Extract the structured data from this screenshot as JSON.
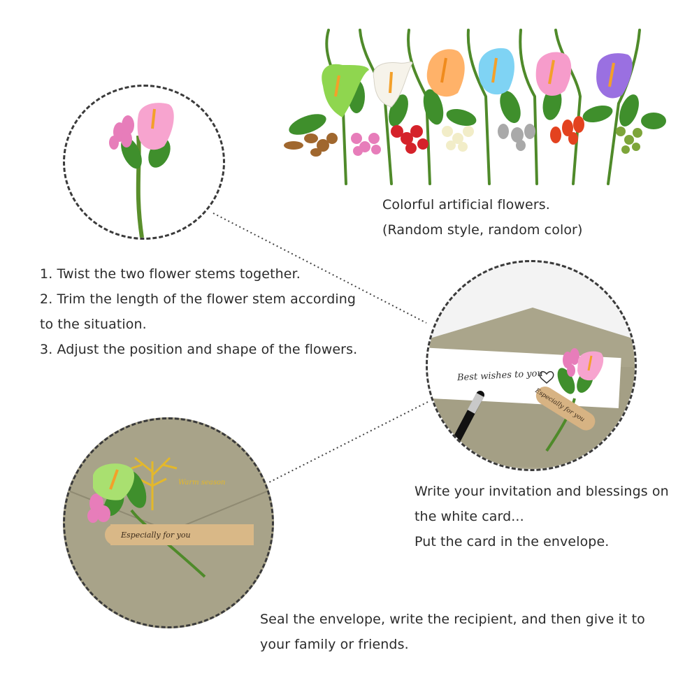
{
  "flowers_caption": {
    "line1": "Colorful artificial flowers.",
    "line2": "(Random style, random color)"
  },
  "steps": {
    "line1": "1. Twist the two flower stems together.",
    "line2": "2. Trim the length of the flower stem according",
    "line3": "to the situation.",
    "line4": "3. Adjust the position and shape of the flowers."
  },
  "card_caption": {
    "line1": "Write your invitation and blessings on",
    "line2": "the white card...",
    "line3": "Put the card in the envelope."
  },
  "envelope_caption": {
    "line1": "Seal the envelope, write the recipient, and then give it to",
    "line2": "your family or friends."
  },
  "card_text": "Best wishes to you",
  "tag_text": "Especially for you",
  "envelope_tag_text": "Especially for you",
  "gold_print_text": "Warm season",
  "colors": {
    "flower_green": "#7fd04a",
    "flower_white": "#f4f1e8",
    "flower_orange": "#ffb067",
    "flower_blue": "#79d0f2",
    "flower_pink": "#f590c6",
    "flower_purple": "#9a6fe0",
    "envelope": "#a9a48a",
    "kraft_tag": "#d7b383",
    "gold": "#e4b82a"
  }
}
